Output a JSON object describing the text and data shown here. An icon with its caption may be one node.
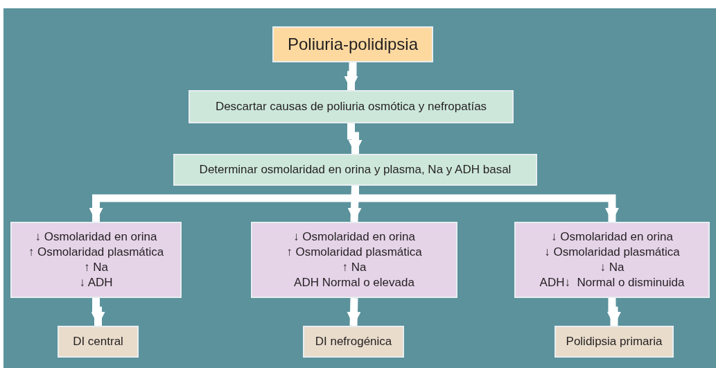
{
  "diagram": {
    "nodes": [
      {
        "text": [
          "Poliuria-polidipsia"
        ]
      },
      {
        "text": [
          "Descartar causas de poliuria osmótica y nefropatías"
        ]
      },
      {
        "text": [
          "Determinar osmolaridad en orina y plasma, Na y ADH basal"
        ]
      },
      {
        "text": [
          "↓ Osmolaridad en orina",
          "↑ Osmolaridad plasmática",
          "↑ Na",
          "↓ ADH"
        ]
      },
      {
        "text": [
          "↓ Osmolaridad en orina",
          "↑ Osmolaridad plasmática",
          "↑ Na",
          "ADH Normal o elevada"
        ]
      },
      {
        "text": [
          "↓ Osmolaridad en orina",
          "↓ Osmolaridad plasmática",
          "↓ Na",
          "ADH↓  Normal o disminuida"
        ]
      },
      {
        "text": [
          "DI central"
        ]
      },
      {
        "text": [
          "DI nefrogénica"
        ]
      },
      {
        "text": [
          "Polidipsia primaria"
        ]
      }
    ],
    "edges": [
      {
        "from": 0,
        "to": 1,
        "arrow": "to"
      },
      {
        "from": 1,
        "to": 2,
        "arrow": "to"
      },
      {
        "from": 2,
        "to": 3,
        "arrow": "to"
      },
      {
        "from": 2,
        "to": 4,
        "arrow": "to"
      },
      {
        "from": 2,
        "to": 5,
        "arrow": "to"
      },
      {
        "from": 3,
        "to": 6,
        "arrow": "to"
      },
      {
        "from": 4,
        "to": 7,
        "arrow": "to"
      },
      {
        "from": 5,
        "to": 8,
        "arrow": "to"
      }
    ]
  }
}
